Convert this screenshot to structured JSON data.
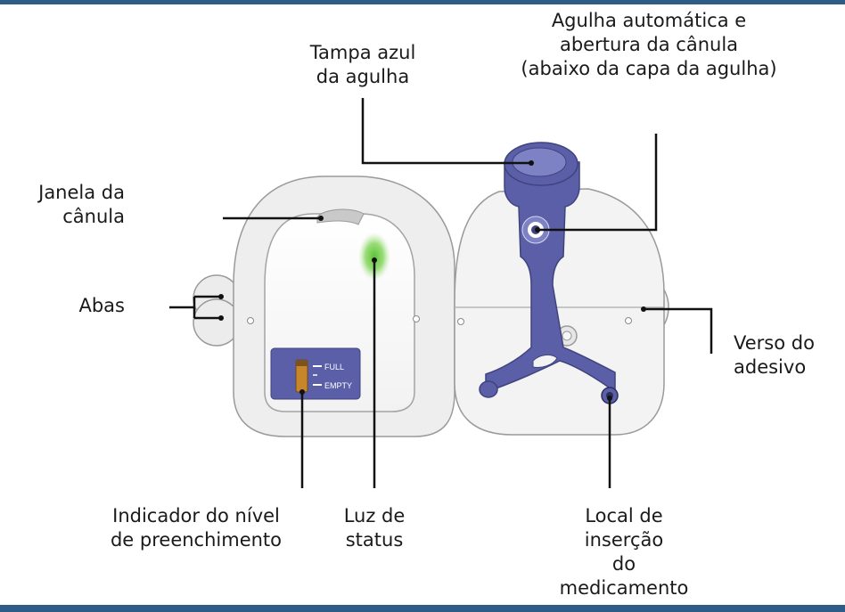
{
  "labels": {
    "tampa": [
      "Tampa azul",
      "da agulha"
    ],
    "agulha": [
      "Agulha automática e",
      "abertura da cânula",
      "(abaixo da capa da agulha)"
    ],
    "janela": [
      "Janela da",
      "cânula"
    ],
    "abas": [
      "Abas"
    ],
    "verso": [
      "Verso do",
      "adesivo"
    ],
    "indicador": [
      "Indicador do nível",
      "de preenchimento"
    ],
    "luz": [
      "Luz de",
      "status"
    ],
    "local": [
      "Local de",
      "inserção",
      "do",
      "medicamento"
    ]
  },
  "device": {
    "indicator_full": "FULL",
    "indicator_empty": "EMPTY"
  },
  "colors": {
    "header_bar": "#2f5c86",
    "device_purple": "#5a5fa8",
    "status_light": "#5cc238",
    "fill_indicator": "#c8862a"
  }
}
